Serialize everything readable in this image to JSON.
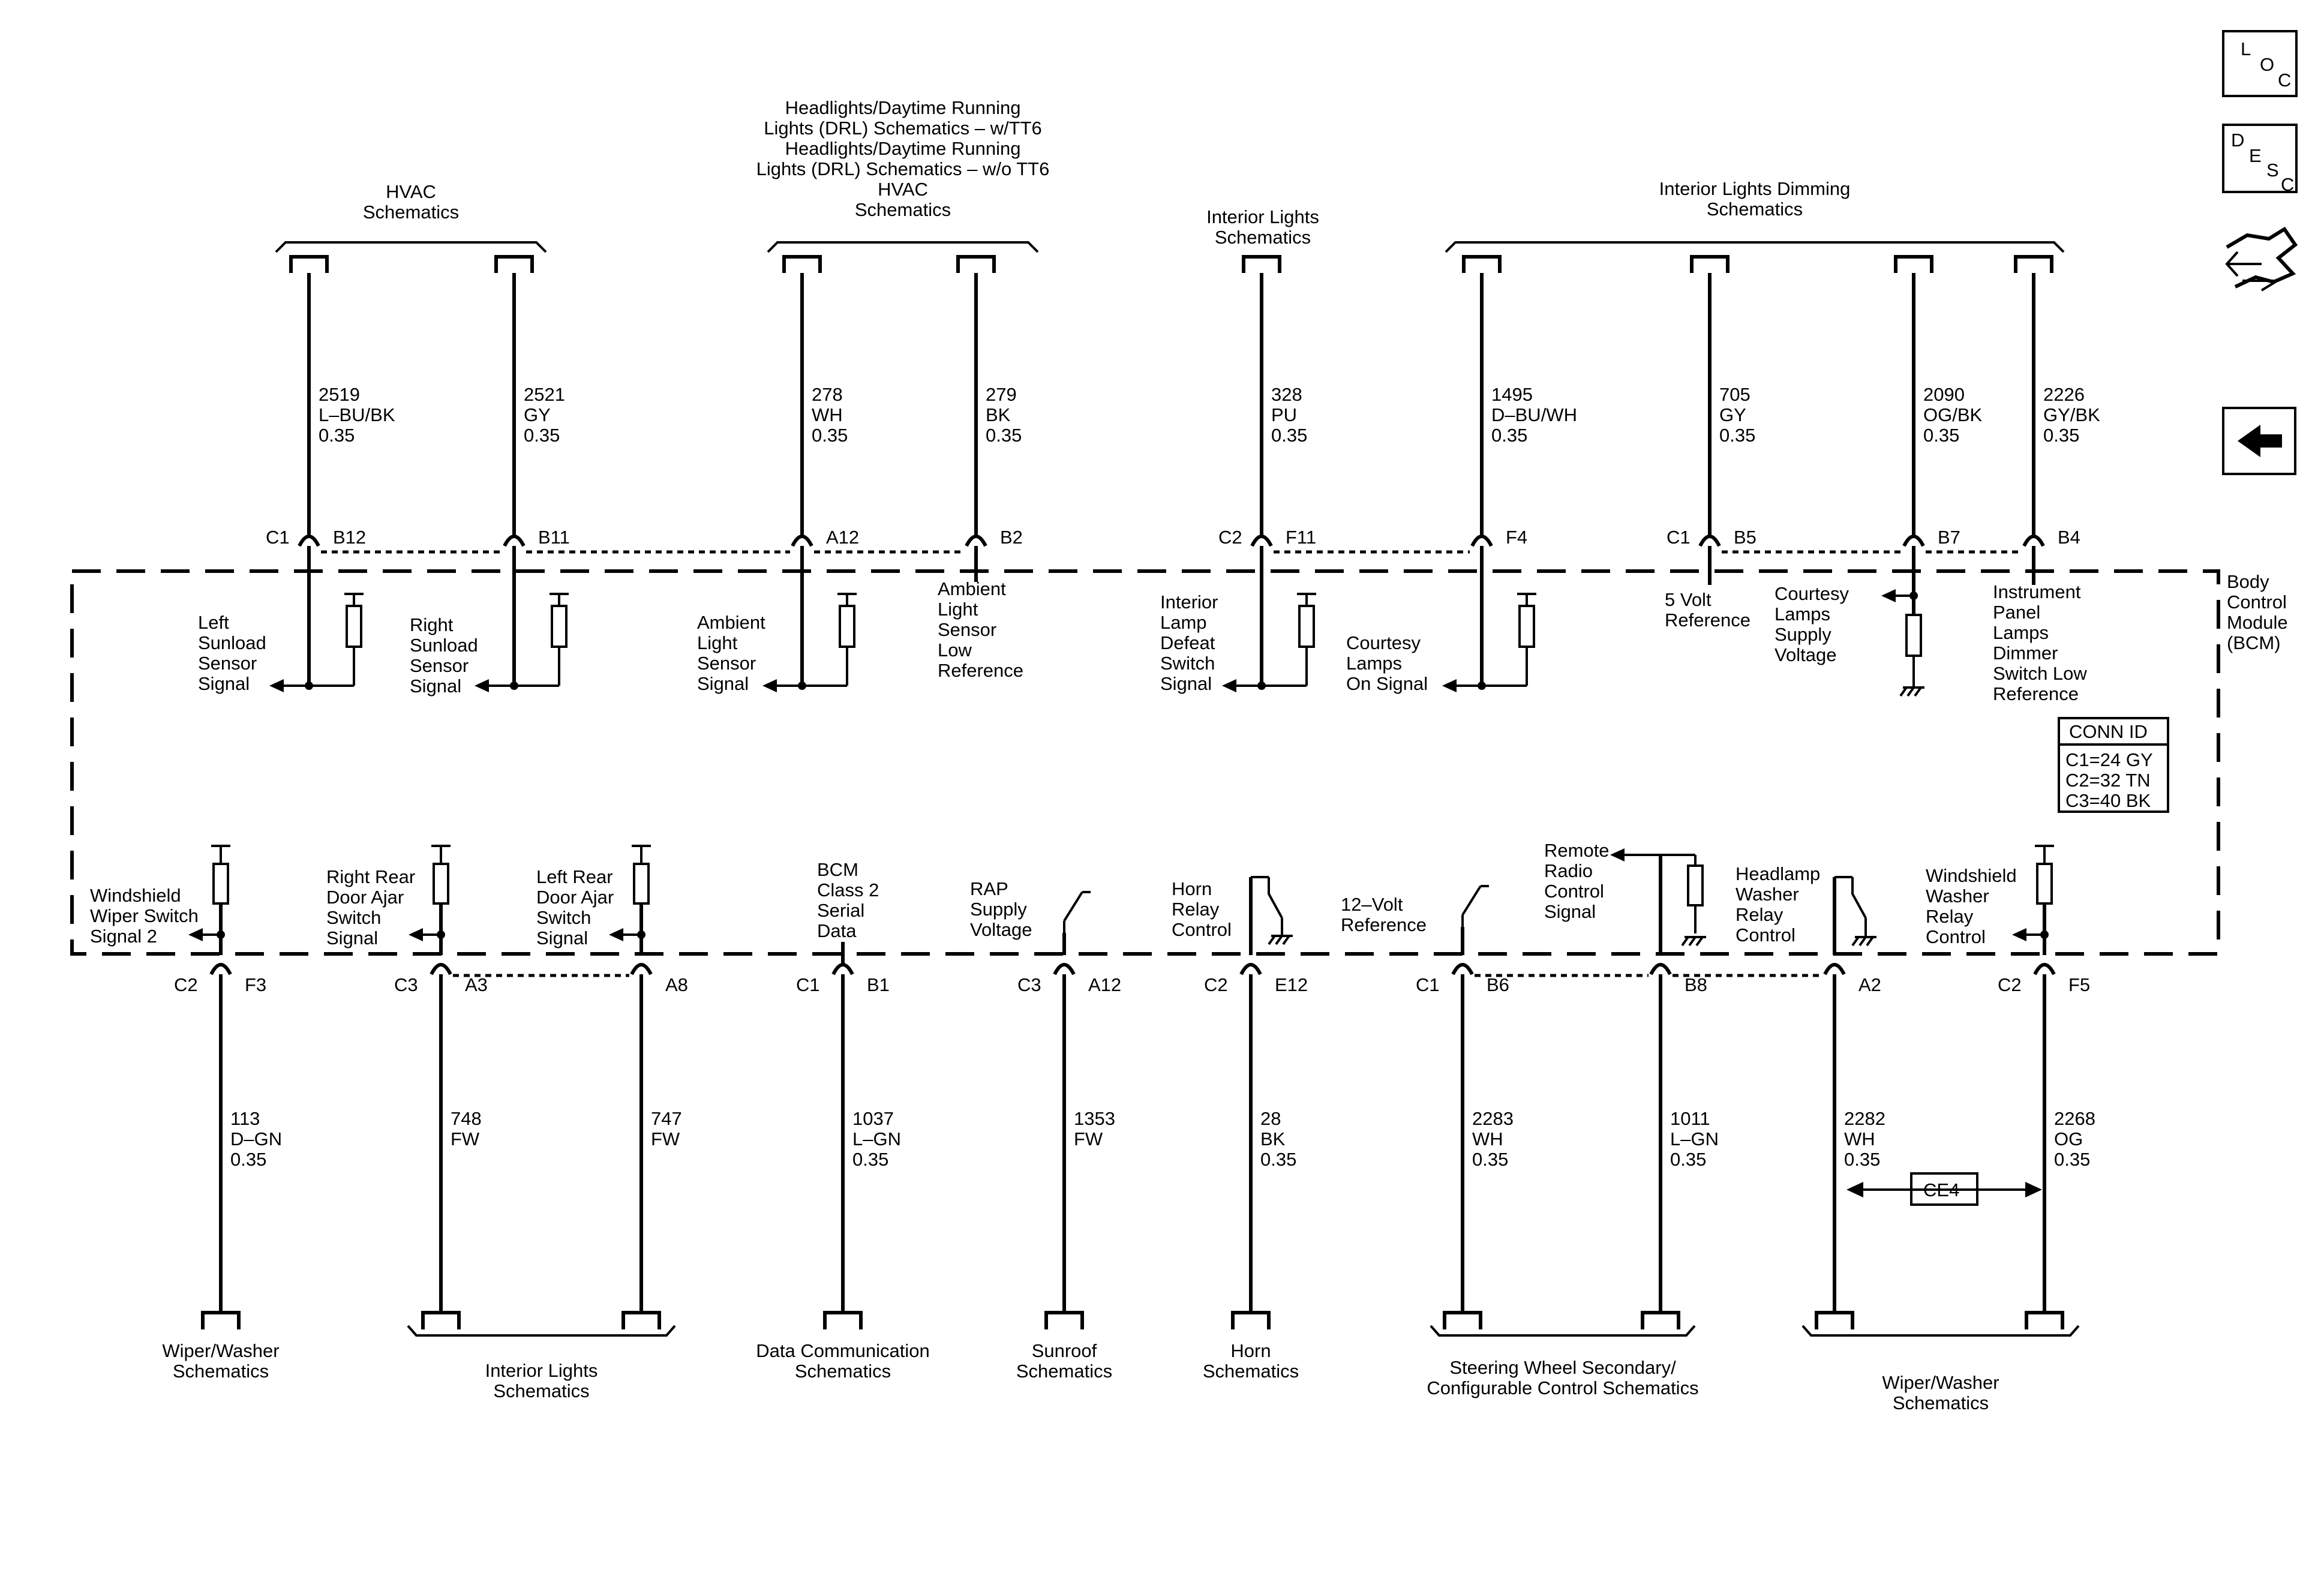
{
  "module": {
    "name": [
      "Body",
      "Control",
      "Module",
      "(BCM)"
    ]
  },
  "conn_id": {
    "title": "CONN ID",
    "rows": [
      "C1=24 GY",
      "C2=32 TN",
      "C3=40 BK"
    ]
  },
  "nav": {
    "loc": [
      "L",
      "O",
      "C"
    ],
    "desc": [
      "D",
      "E",
      "S",
      "C"
    ],
    "loc_icon": "loc-icon",
    "desc_icon": "desc-icon",
    "connector_icon": "connector-end-view-icon",
    "back_icon": "back-arrow-icon"
  },
  "ce4": "CE4",
  "top_groups": [
    {
      "lines": [
        "HVAC",
        "Schematics"
      ]
    },
    {
      "lines": [
        "Headlights/Daytime Running",
        "Lights (DRL) Schematics – w/TT6",
        "Headlights/Daytime Running",
        "Lights (DRL) Schematics – w/o TT6",
        "HVAC",
        "Schematics"
      ]
    },
    {
      "lines": [
        "Interior Lights",
        "Schematics"
      ]
    },
    {
      "lines": [
        "Interior Lights Dimming",
        "Schematics"
      ]
    }
  ],
  "bottom_groups": [
    {
      "lines": [
        "Wiper/Washer",
        "Schematics"
      ]
    },
    {
      "lines": [
        "Interior Lights",
        "Schematics"
      ]
    },
    {
      "lines": [
        "Data Communication",
        "Schematics"
      ]
    },
    {
      "lines": [
        "Sunroof",
        "Schematics"
      ]
    },
    {
      "lines": [
        "Horn",
        "Schematics"
      ]
    },
    {
      "lines": [
        "Steering Wheel Secondary/",
        "Configurable Control Schematics"
      ]
    },
    {
      "lines": [
        "Wiper/Washer",
        "Schematics"
      ]
    }
  ],
  "top_circuits": [
    {
      "connector": "C1",
      "pin": "B12",
      "wire": [
        "2519",
        "L–BU/BK",
        "0.35"
      ],
      "label": [
        "Left",
        "Sunload",
        "Sensor",
        "Signal"
      ]
    },
    {
      "connector": "",
      "pin": "B11",
      "wire": [
        "2521",
        "GY",
        "0.35"
      ],
      "label": [
        "Right",
        "Sunload",
        "Sensor",
        "Signal"
      ]
    },
    {
      "connector": "",
      "pin": "A12",
      "wire": [
        "278",
        "WH",
        "0.35"
      ],
      "label": [
        "Ambient",
        "Light",
        "Sensor",
        "Signal"
      ]
    },
    {
      "connector": "",
      "pin": "B2",
      "wire": [
        "279",
        "BK",
        "0.35"
      ],
      "label": [
        "Ambient",
        "Light",
        "Sensor",
        "Low",
        "Reference"
      ]
    },
    {
      "connector": "C2",
      "pin": "F11",
      "wire": [
        "328",
        "PU",
        "0.35"
      ],
      "label": [
        "Interior",
        "Lamp",
        "Defeat",
        "Switch",
        "Signal"
      ]
    },
    {
      "connector": "",
      "pin": "F4",
      "wire": [
        "1495",
        "D–BU/WH",
        "0.35"
      ],
      "label": [
        "Courtesy",
        "Lamps",
        "On Signal"
      ]
    },
    {
      "connector": "C1",
      "pin": "B5",
      "wire": [
        "705",
        "GY",
        "0.35"
      ],
      "label": [
        "5 Volt",
        "Reference"
      ]
    },
    {
      "connector": "",
      "pin": "B7",
      "wire": [
        "2090",
        "OG/BK",
        "0.35"
      ],
      "label": [
        "Courtesy",
        "Lamps",
        "Supply",
        "Voltage"
      ]
    },
    {
      "connector": "",
      "pin": "B4",
      "wire": [
        "2226",
        "GY/BK",
        "0.35"
      ],
      "label": [
        "Instrument",
        "Panel",
        "Lamps",
        "Dimmer",
        "Switch Low",
        "Reference"
      ]
    }
  ],
  "bottom_circuits": [
    {
      "connector": "C2",
      "pin": "F3",
      "wire": [
        "113",
        "D–GN",
        "0.35"
      ],
      "label": [
        "Windshield",
        "Wiper Switch",
        "Signal 2"
      ]
    },
    {
      "connector": "C3",
      "pin": "A3",
      "wire": [
        "748",
        "FW"
      ],
      "label": [
        "Right Rear",
        "Door Ajar",
        "Switch",
        "Signal"
      ]
    },
    {
      "connector": "",
      "pin": "A8",
      "wire": [
        "747",
        "FW"
      ],
      "label": [
        "Left Rear",
        "Door Ajar",
        "Switch",
        "Signal"
      ]
    },
    {
      "connector": "C1",
      "pin": "B1",
      "wire": [
        "1037",
        "L–GN",
        "0.35"
      ],
      "label": [
        "BCM",
        "Class 2",
        "Serial",
        "Data"
      ]
    },
    {
      "connector": "C3",
      "pin": "A12",
      "wire": [
        "1353",
        "FW"
      ],
      "label": [
        "RAP",
        "Supply",
        "Voltage"
      ]
    },
    {
      "connector": "C2",
      "pin": "E12",
      "wire": [
        "28",
        "BK",
        "0.35"
      ],
      "label": [
        "Horn",
        "Relay",
        "Control"
      ]
    },
    {
      "connector": "C1",
      "pin": "B6",
      "wire": [
        "2283",
        "WH",
        "0.35"
      ],
      "label": [
        "12–Volt",
        "Reference"
      ]
    },
    {
      "connector": "",
      "pin": "B8",
      "wire": [
        "1011",
        "L–GN",
        "0.35"
      ],
      "label": [
        "Remote",
        "Radio",
        "Control",
        "Signal"
      ]
    },
    {
      "connector": "",
      "pin": "A2",
      "wire": [
        "2282",
        "WH",
        "0.35"
      ],
      "label": [
        "Headlamp",
        "Washer",
        "Relay",
        "Control"
      ]
    },
    {
      "connector": "C2",
      "pin": "F5",
      "wire": [
        "2268",
        "OG",
        "0.35"
      ],
      "label": [
        "Windshield",
        "Washer",
        "Relay",
        "Control"
      ]
    }
  ]
}
